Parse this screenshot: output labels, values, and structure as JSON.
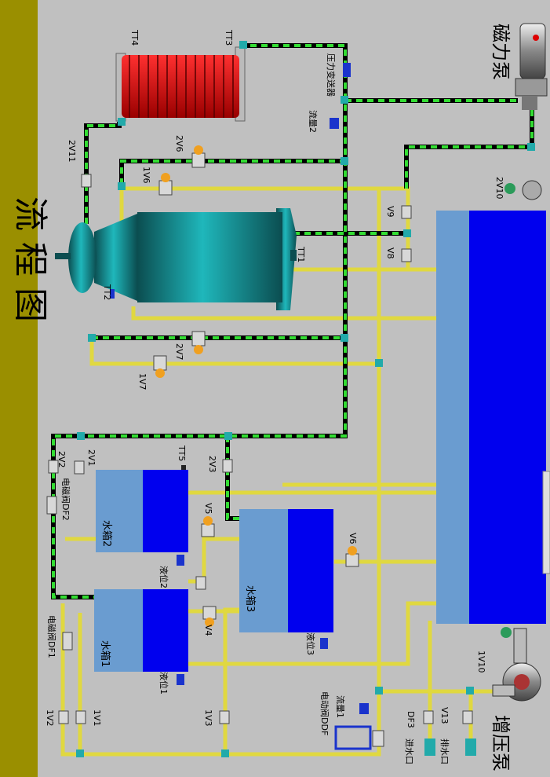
{
  "title": "流 程 图",
  "pumps": {
    "magnetic": "磁力泵",
    "booster": "增压泵"
  },
  "sensors": [
    "TT1",
    "TT2",
    "TT3",
    "TT4",
    "TT5"
  ],
  "tanks": [
    "水箱1",
    "水箱2",
    "水箱3"
  ],
  "level_gauges": [
    "液位1",
    "液位2",
    "液位3"
  ],
  "flow_meters": [
    "流量1",
    "流量2"
  ],
  "pressure_transmitter": "压力变送器",
  "valves": {
    "v1v1": "1V1",
    "v1v2": "1V2",
    "v1v3": "1V3",
    "v1v6": "1V6",
    "v1v7": "1V7",
    "v1v10": "1V10",
    "v2v1": "2V1",
    "v2v2": "2V2",
    "v2v3": "2V3",
    "v2v6": "2V6",
    "v2v7": "2V7",
    "v2v10": "2V10",
    "v2v11": "2V11",
    "v4": "V4",
    "v5": "V5",
    "v6": "V6",
    "v8": "V8",
    "v9": "V9",
    "v13": "V13"
  },
  "solenoid": {
    "df1": "电磁阀DF1",
    "df2": "电磁阀DF2",
    "df3": "DF3",
    "ddf": "电动阀DDF"
  },
  "ports": {
    "inlet": "进水口",
    "outlet": "排水口"
  },
  "colors": {
    "background": "#c0c0c0",
    "title_bar": "#9a8f00",
    "pipe_yellow": "#e0d840",
    "pipe_green": "#33dd33",
    "tank_blue": "#0000ee",
    "tank_light": "#6a9cd0"
  }
}
